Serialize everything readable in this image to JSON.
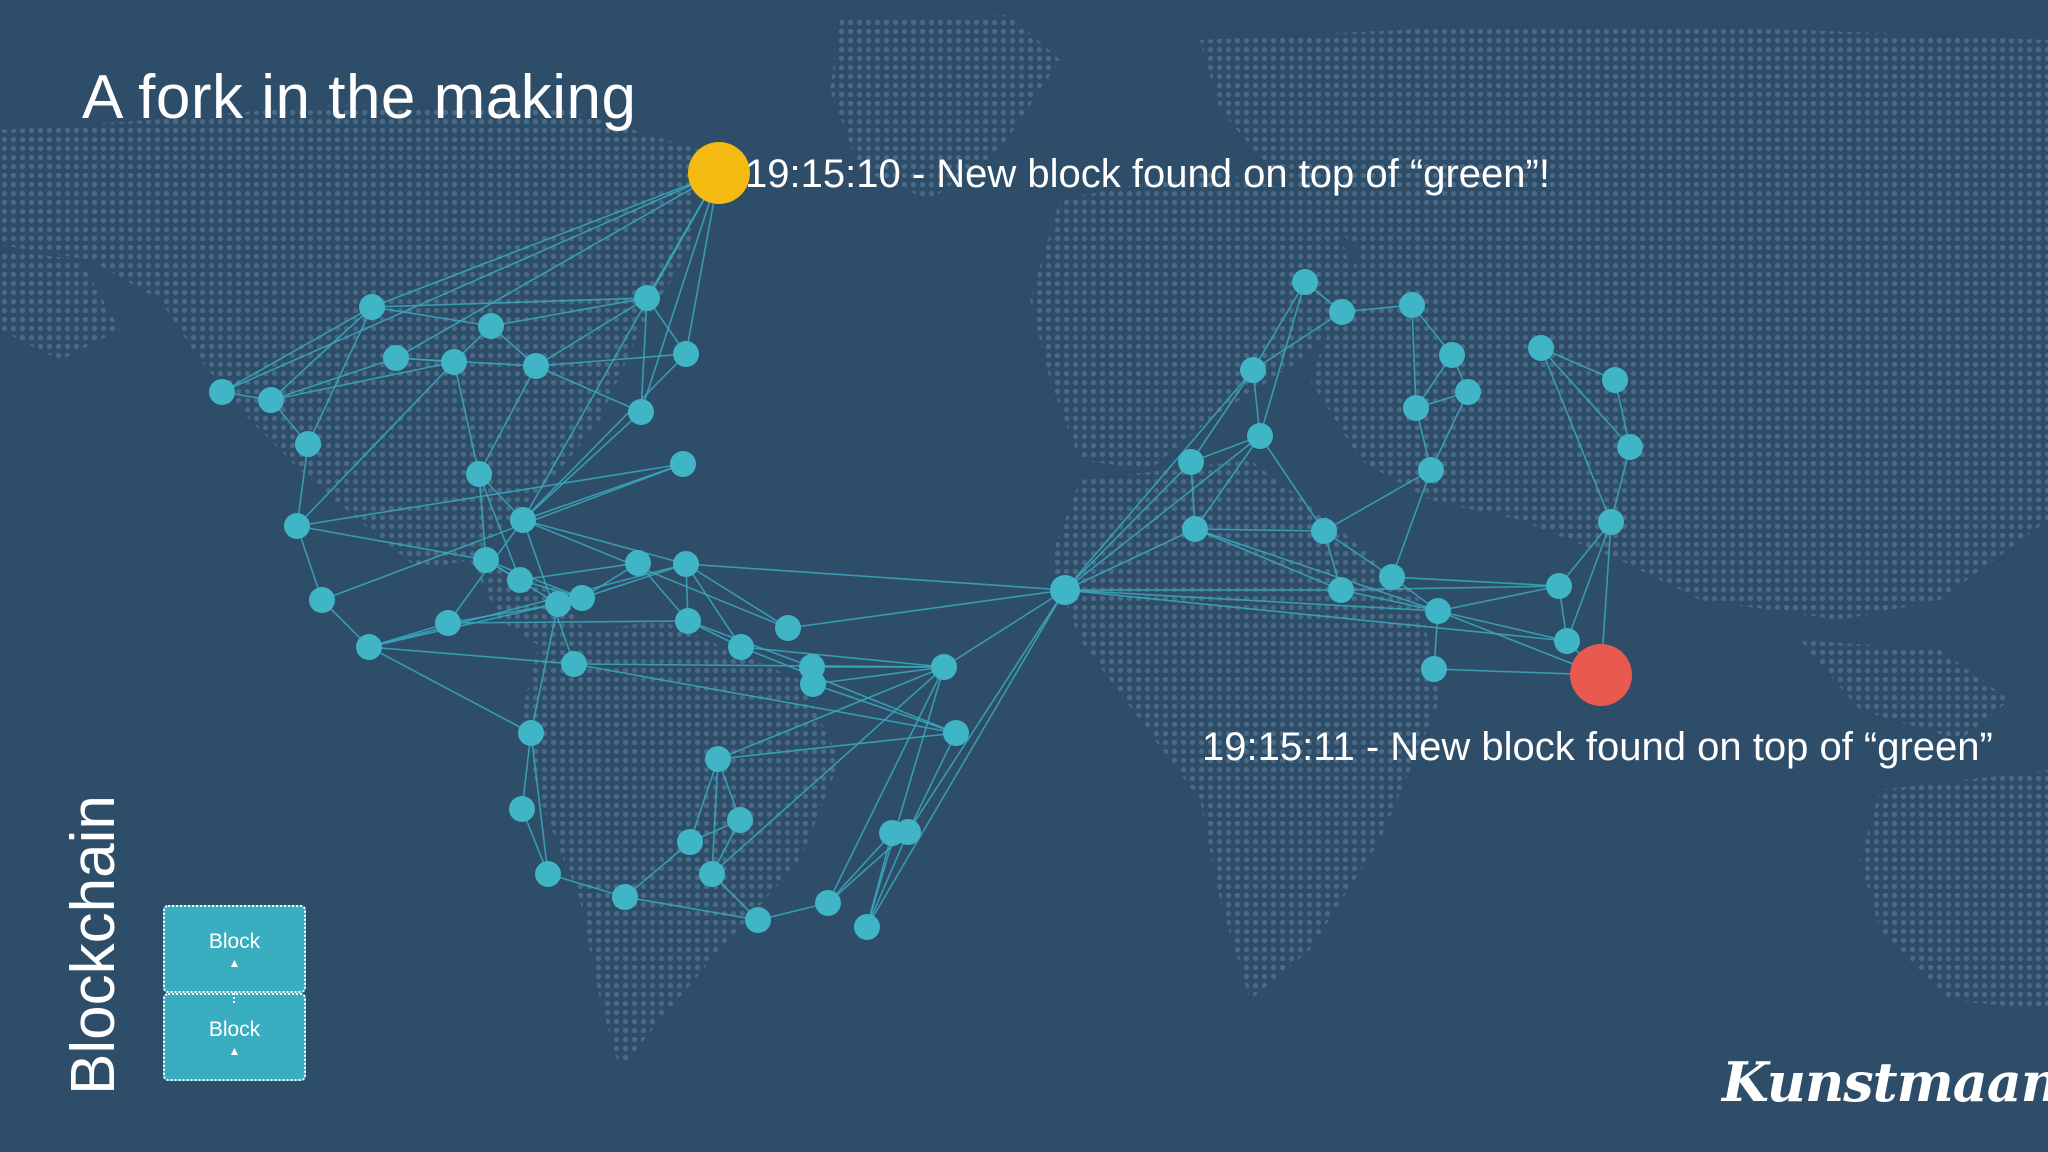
{
  "slide": {
    "title": "A fork in the making",
    "side_label": "Blockchain",
    "logo": "Kunstmaan"
  },
  "events": [
    {
      "text": "19:15:10 - New block found on top of “green”!",
      "marker_color": "#f5bb12"
    },
    {
      "text": "19:15:11 - New block found on top of “green”",
      "marker_color": "#e85a4f"
    }
  ],
  "chain": {
    "blocks": [
      {
        "label": "Block"
      },
      {
        "label": "Block"
      }
    ]
  },
  "colors": {
    "background": "#2e4d69",
    "map_dots": "#4b6a86",
    "node": "#3fb5c5",
    "edge": "#3aa9bd",
    "block": "#3aaec1"
  }
}
